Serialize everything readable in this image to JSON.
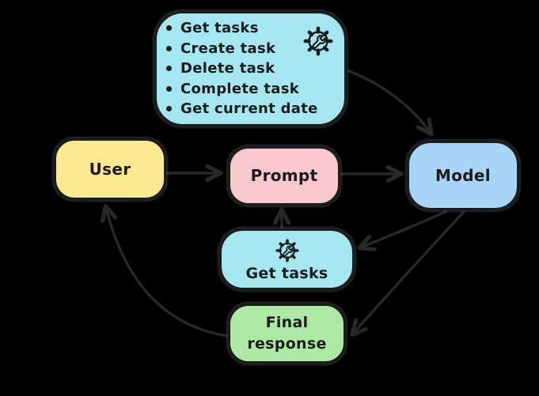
{
  "diagram": {
    "colors": {
      "background": "#000000",
      "ink": "#1c1c1c",
      "arrow": "#282828",
      "cyan": "#a5e7f0",
      "yellow": "#fae98f",
      "pink": "#f9c8cd",
      "blue": "#a8d4f7",
      "green": "#ace9a4"
    },
    "nodes": {
      "tools_box": {
        "items": [
          "Get tasks",
          "Create task",
          "Delete task",
          "Complete task",
          "Get current date"
        ],
        "icon": "gear-wrench-icon",
        "fill": "#a5e7f0"
      },
      "user": {
        "label": "User",
        "fill": "#fae98f"
      },
      "prompt": {
        "label": "Prompt",
        "fill": "#f9c8cd"
      },
      "model": {
        "label": "Model",
        "fill": "#a8d4f7"
      },
      "get_tasks": {
        "label": "Get tasks",
        "icon": "gear-wrench-icon",
        "fill": "#a5e7f0"
      },
      "final_response": {
        "label": "Final response",
        "fill": "#ace9a4"
      }
    },
    "edges": [
      {
        "from": "tools-box",
        "to": "model"
      },
      {
        "from": "user",
        "to": "prompt"
      },
      {
        "from": "prompt",
        "to": "model"
      },
      {
        "from": "model",
        "to": "get-tasks"
      },
      {
        "from": "get-tasks",
        "to": "prompt"
      },
      {
        "from": "model",
        "to": "final-response"
      },
      {
        "from": "final-response",
        "to": "user"
      }
    ]
  }
}
